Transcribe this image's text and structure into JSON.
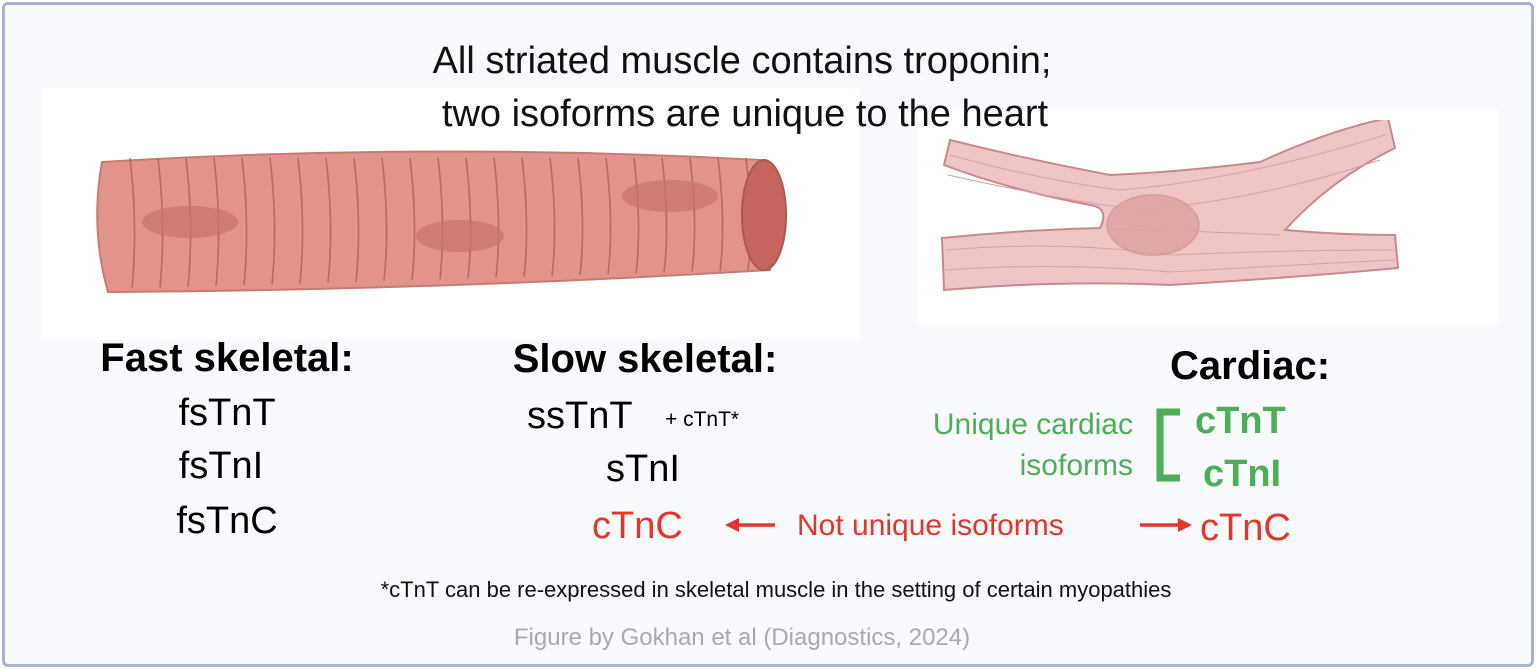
{
  "title": {
    "line1": "All striated muscle contains troponin;",
    "line2": "two isoforms are unique to the heart"
  },
  "colors": {
    "red": "#e53528",
    "green": "#4caf55",
    "border": "#a7b2d6",
    "muscle": "#e2938a",
    "cardiac": "#efc4c4"
  },
  "fast_skeletal": {
    "heading": "Fast skeletal:",
    "isoforms": [
      "fsTnT",
      "fsTnI",
      "fsTnC"
    ]
  },
  "slow_skeletal": {
    "heading": "Slow skeletal:",
    "isoforms": [
      "ssTnT",
      "sTnI",
      "cTnC"
    ],
    "note": "+ cTnT*"
  },
  "cardiac": {
    "heading": "Cardiac:",
    "unique_label_line1": "Unique cardiac",
    "unique_label_line2": "isoforms",
    "unique_isoforms": [
      "cTnT",
      "cTnI"
    ],
    "shared_isoform": "cTnC"
  },
  "not_unique_label": "Not unique isoforms",
  "footnote": "*cTnT can be re-expressed in skeletal muscle in the setting of certain myopathies",
  "credit": "Figure by Gokhan et al (Diagnostics, 2024)"
}
